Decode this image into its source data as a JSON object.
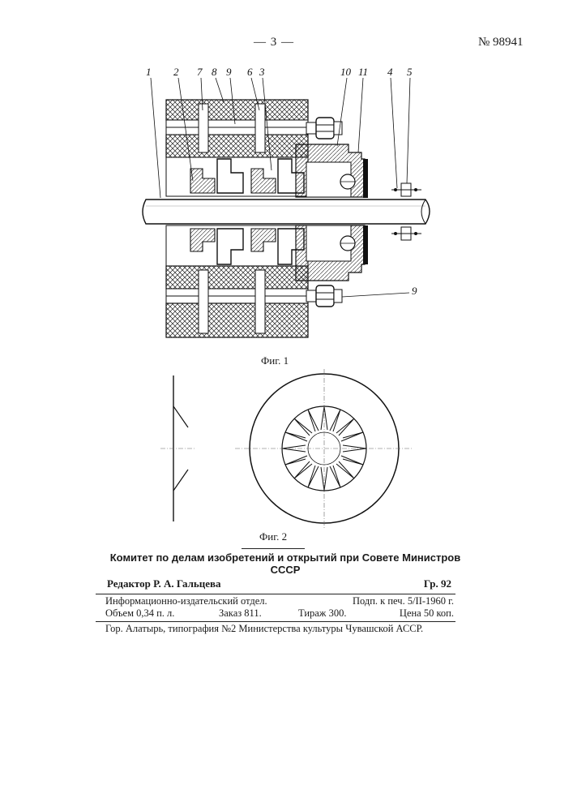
{
  "header": {
    "page_number": "— 3 —",
    "patent_number": "№ 98941"
  },
  "figure1": {
    "labels": {
      "l1": "1",
      "l2": "2",
      "l7": "7",
      "l8": "8",
      "l9": "9",
      "l6": "6",
      "l3": "3",
      "l10": "10",
      "l11": "11",
      "l4": "4",
      "l5": "5",
      "l9b": "9"
    },
    "caption": "Фиг. 1"
  },
  "figure2": {
    "caption": "Фиг. 2"
  },
  "committee": "Комитет по делам изобретений и открытий при Совете Министров СССР",
  "editor": {
    "name": "Редактор Р. А. Гальцева",
    "group": "Гр. 92"
  },
  "imprint": {
    "department": "Информационно-издательский отдел.",
    "signed": "Подп. к печ. 5/II-1960 г.",
    "volume": "Объем 0,34 п. л.",
    "order": "Заказ 811.",
    "run": "Тираж 300.",
    "price": "Цена 50 коп.",
    "printer": "Гор. Алатырь, типография №2 Министерства культуры Чувашской АССР."
  }
}
